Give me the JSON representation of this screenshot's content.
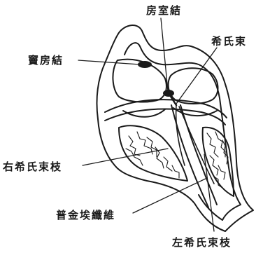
{
  "labels": {
    "av_node": "房室結",
    "sa_node": "竇房結",
    "bundle_of_his": "希氏束",
    "right_bundle_branch": "右希氏束枝",
    "purkinje_fibers": "普金埃纖維",
    "left_bundle_branch": "左希氏束枝"
  },
  "colors": {
    "outline": "#1a1a1a",
    "background": "#ffffff"
  }
}
